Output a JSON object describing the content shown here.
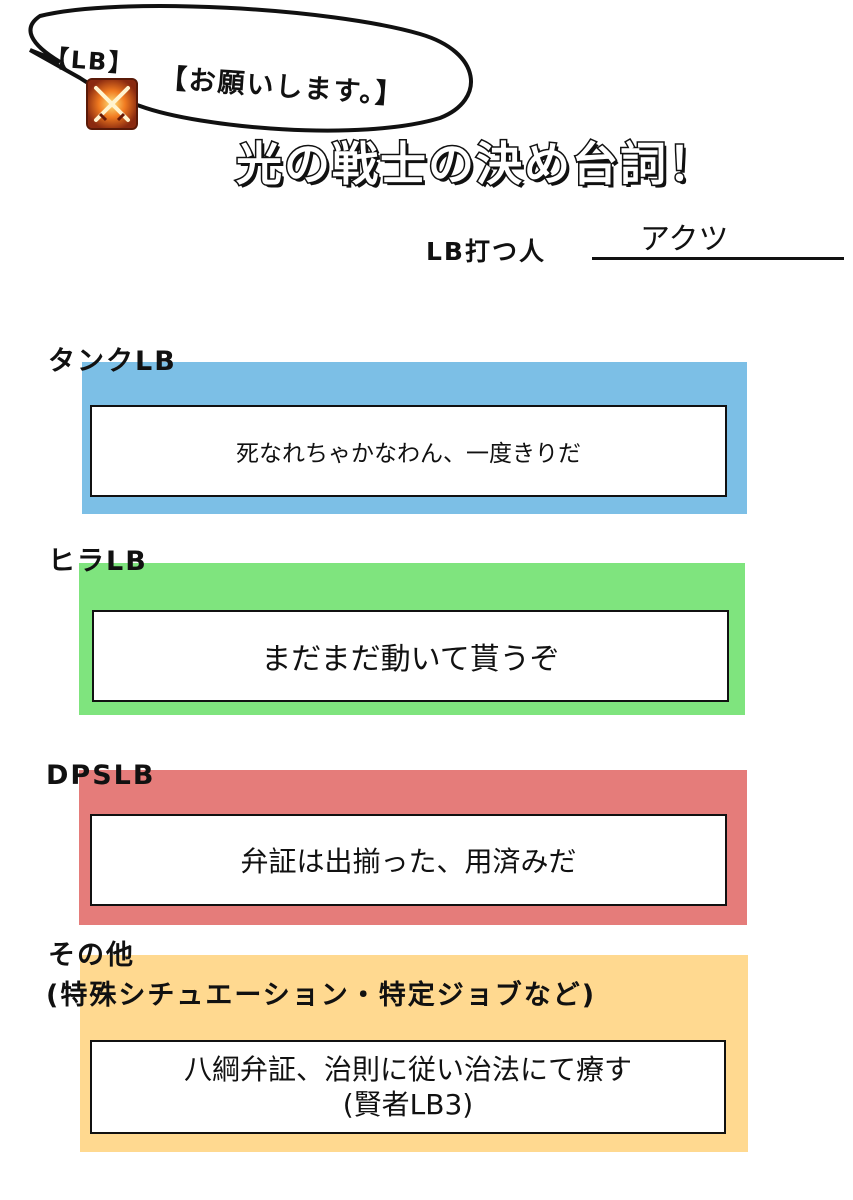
{
  "bubble": {
    "tag": "【LB】",
    "text": "【お願いします。】"
  },
  "icons": {
    "lb_icon": "crossed-swords-icon"
  },
  "title": "光の戦士の決め台詞！",
  "person": {
    "label": "LB打つ人",
    "name": "アクツ"
  },
  "sections": {
    "tank": {
      "label": "タンクLB",
      "answer": "死なれちゃかなわん、一度きりだ"
    },
    "healer": {
      "label": "ヒラLB",
      "answer": "まだまだ動いて貰うぞ"
    },
    "dps": {
      "label": "DPSLB",
      "answer": "弁証は出揃った、用済みだ"
    },
    "other": {
      "label_line1": "その他",
      "label_line2": "(特殊シチュエーション・特定ジョブなど)",
      "answer_line1": "八綱弁証、治則に従い治法にて療す",
      "answer_line2": "(賢者LB3)"
    }
  },
  "colors": {
    "tank": "#7cbfe6",
    "healer": "#7fe47e",
    "dps": "#e57c7a",
    "other": "#ffd990"
  }
}
